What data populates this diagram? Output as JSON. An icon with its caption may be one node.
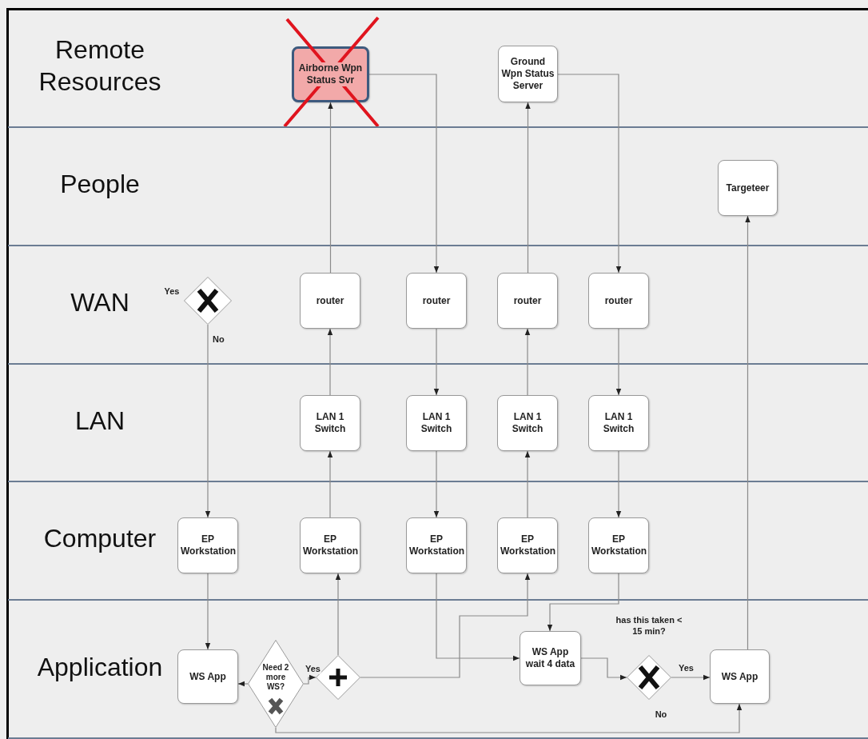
{
  "diagram": {
    "nodes": [
      {
        "text": [
          "Remote Resources"
        ]
      },
      {
        "text": [
          "Airborne Wpn Status Svr"
        ],
        "in": 0
      },
      {
        "text": [
          "Ground Wpn Status Server"
        ],
        "in": 0
      },
      {
        "text": [
          "People"
        ]
      },
      {
        "text": [
          "Targeteer"
        ],
        "in": 3
      },
      {
        "text": [
          "WAN"
        ]
      },
      {
        "text": [],
        "shape": "diamond",
        "in": 5,
        "beside": [
          "Yes"
        ]
      },
      {
        "text": [
          "router"
        ],
        "in": 5
      },
      {
        "text": [
          "router"
        ],
        "in": 5
      },
      {
        "text": [
          "router"
        ],
        "in": 5
      },
      {
        "text": [
          "router"
        ],
        "in": 5
      },
      {
        "text": [
          "LAN"
        ]
      },
      {
        "text": [
          "LAN 1 Switch"
        ],
        "in": 11
      },
      {
        "text": [
          "LAN 1 Switch"
        ],
        "in": 11
      },
      {
        "text": [
          "LAN 1 Switch"
        ],
        "in": 11
      },
      {
        "text": [
          "LAN 1 Switch"
        ],
        "in": 11
      },
      {
        "text": [
          "Computer"
        ]
      },
      {
        "text": [
          "EP Workstation"
        ],
        "in": 16
      },
      {
        "text": [
          "EP Workstation"
        ],
        "in": 16
      },
      {
        "text": [
          "EP Workstation"
        ],
        "in": 16
      },
      {
        "text": [
          "EP Workstation"
        ],
        "in": 16
      },
      {
        "text": [
          "EP Workstation"
        ],
        "in": 16
      },
      {
        "text": [
          "Application"
        ]
      },
      {
        "text": [
          "WS App"
        ],
        "in": 22
      },
      {
        "text": [
          "Need 2 more WS?"
        ],
        "in": 22
      },
      {
        "text": [],
        "shape": "diamond",
        "in": 22
      },
      {
        "text": [
          "WS App wait 4 data"
        ],
        "in": 22
      },
      {
        "text": [],
        "shape": "diamond",
        "in": 22,
        "beside": [
          "has this taken < 15 min?",
          "No"
        ]
      },
      {
        "text": [
          "WS App"
        ],
        "in": 22
      }
    ],
    "edges": [
      {
        "from": 6,
        "to": 17,
        "arrow": "to",
        "label": "No"
      },
      {
        "from": 17,
        "to": 23,
        "arrow": "to"
      },
      {
        "from": 24,
        "to": 23,
        "arrow": "to"
      },
      {
        "from": 24,
        "to": 25,
        "arrow": "to",
        "label": "Yes"
      },
      {
        "from": 24,
        "to": 28,
        "arrow": "to"
      },
      {
        "from": 25,
        "to": 18,
        "arrow": "to"
      },
      {
        "from": 25,
        "to": 20,
        "arrow": "to"
      },
      {
        "from": 18,
        "to": 12,
        "arrow": "to"
      },
      {
        "from": 12,
        "to": 7,
        "arrow": "to"
      },
      {
        "from": 7,
        "to": 1,
        "arrow": "to"
      },
      {
        "from": 1,
        "to": 8,
        "arrow": "to"
      },
      {
        "from": 8,
        "to": 13,
        "arrow": "to"
      },
      {
        "from": 13,
        "to": 19,
        "arrow": "to"
      },
      {
        "from": 19,
        "to": 26,
        "arrow": "to"
      },
      {
        "from": 20,
        "to": 14,
        "arrow": "to"
      },
      {
        "from": 14,
        "to": 9,
        "arrow": "to"
      },
      {
        "from": 9,
        "to": 2,
        "arrow": "to"
      },
      {
        "from": 2,
        "to": 10,
        "arrow": "to"
      },
      {
        "from": 10,
        "to": 15,
        "arrow": "to"
      },
      {
        "from": 15,
        "to": 21,
        "arrow": "to"
      },
      {
        "from": 21,
        "to": 26,
        "arrow": "to"
      },
      {
        "from": 26,
        "to": 27,
        "arrow": "to"
      },
      {
        "from": 27,
        "to": 28,
        "arrow": "to",
        "label": "Yes"
      },
      {
        "from": 28,
        "to": 4,
        "arrow": "to"
      }
    ]
  }
}
